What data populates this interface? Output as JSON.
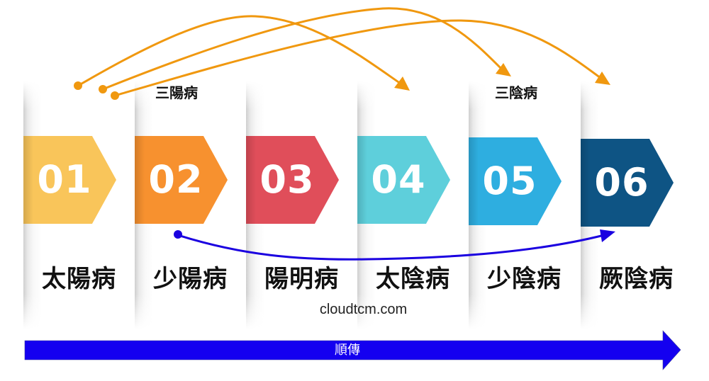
{
  "diagram": {
    "watermark": "cloudtcm.com",
    "group_labels": {
      "three_yang": "三陽病",
      "three_yin": "三陰病"
    },
    "stages": [
      {
        "number": "01",
        "label": "太陽病",
        "color": "#F9C55A"
      },
      {
        "number": "02",
        "label": "少陽病",
        "color": "#F7912F"
      },
      {
        "number": "03",
        "label": "陽明病",
        "color": "#E04E5A"
      },
      {
        "number": "04",
        "label": "太陰病",
        "color": "#5ECFDB"
      },
      {
        "number": "05",
        "label": "少陰病",
        "color": "#2EAEE0"
      },
      {
        "number": "06",
        "label": "厥陰病",
        "color": "#0E5484"
      }
    ],
    "flow_arrow": {
      "label": "順傳",
      "color": "#1400F0"
    },
    "connectors": {
      "orange_color": "#F0980F",
      "blue_color": "#1A00E0",
      "orange_links": [
        {
          "from": "01",
          "to": "04"
        },
        {
          "from": "01",
          "to": "05"
        },
        {
          "from": "01",
          "to": "06"
        }
      ],
      "blue_links": [
        {
          "from": "02",
          "to": "06"
        }
      ]
    }
  }
}
